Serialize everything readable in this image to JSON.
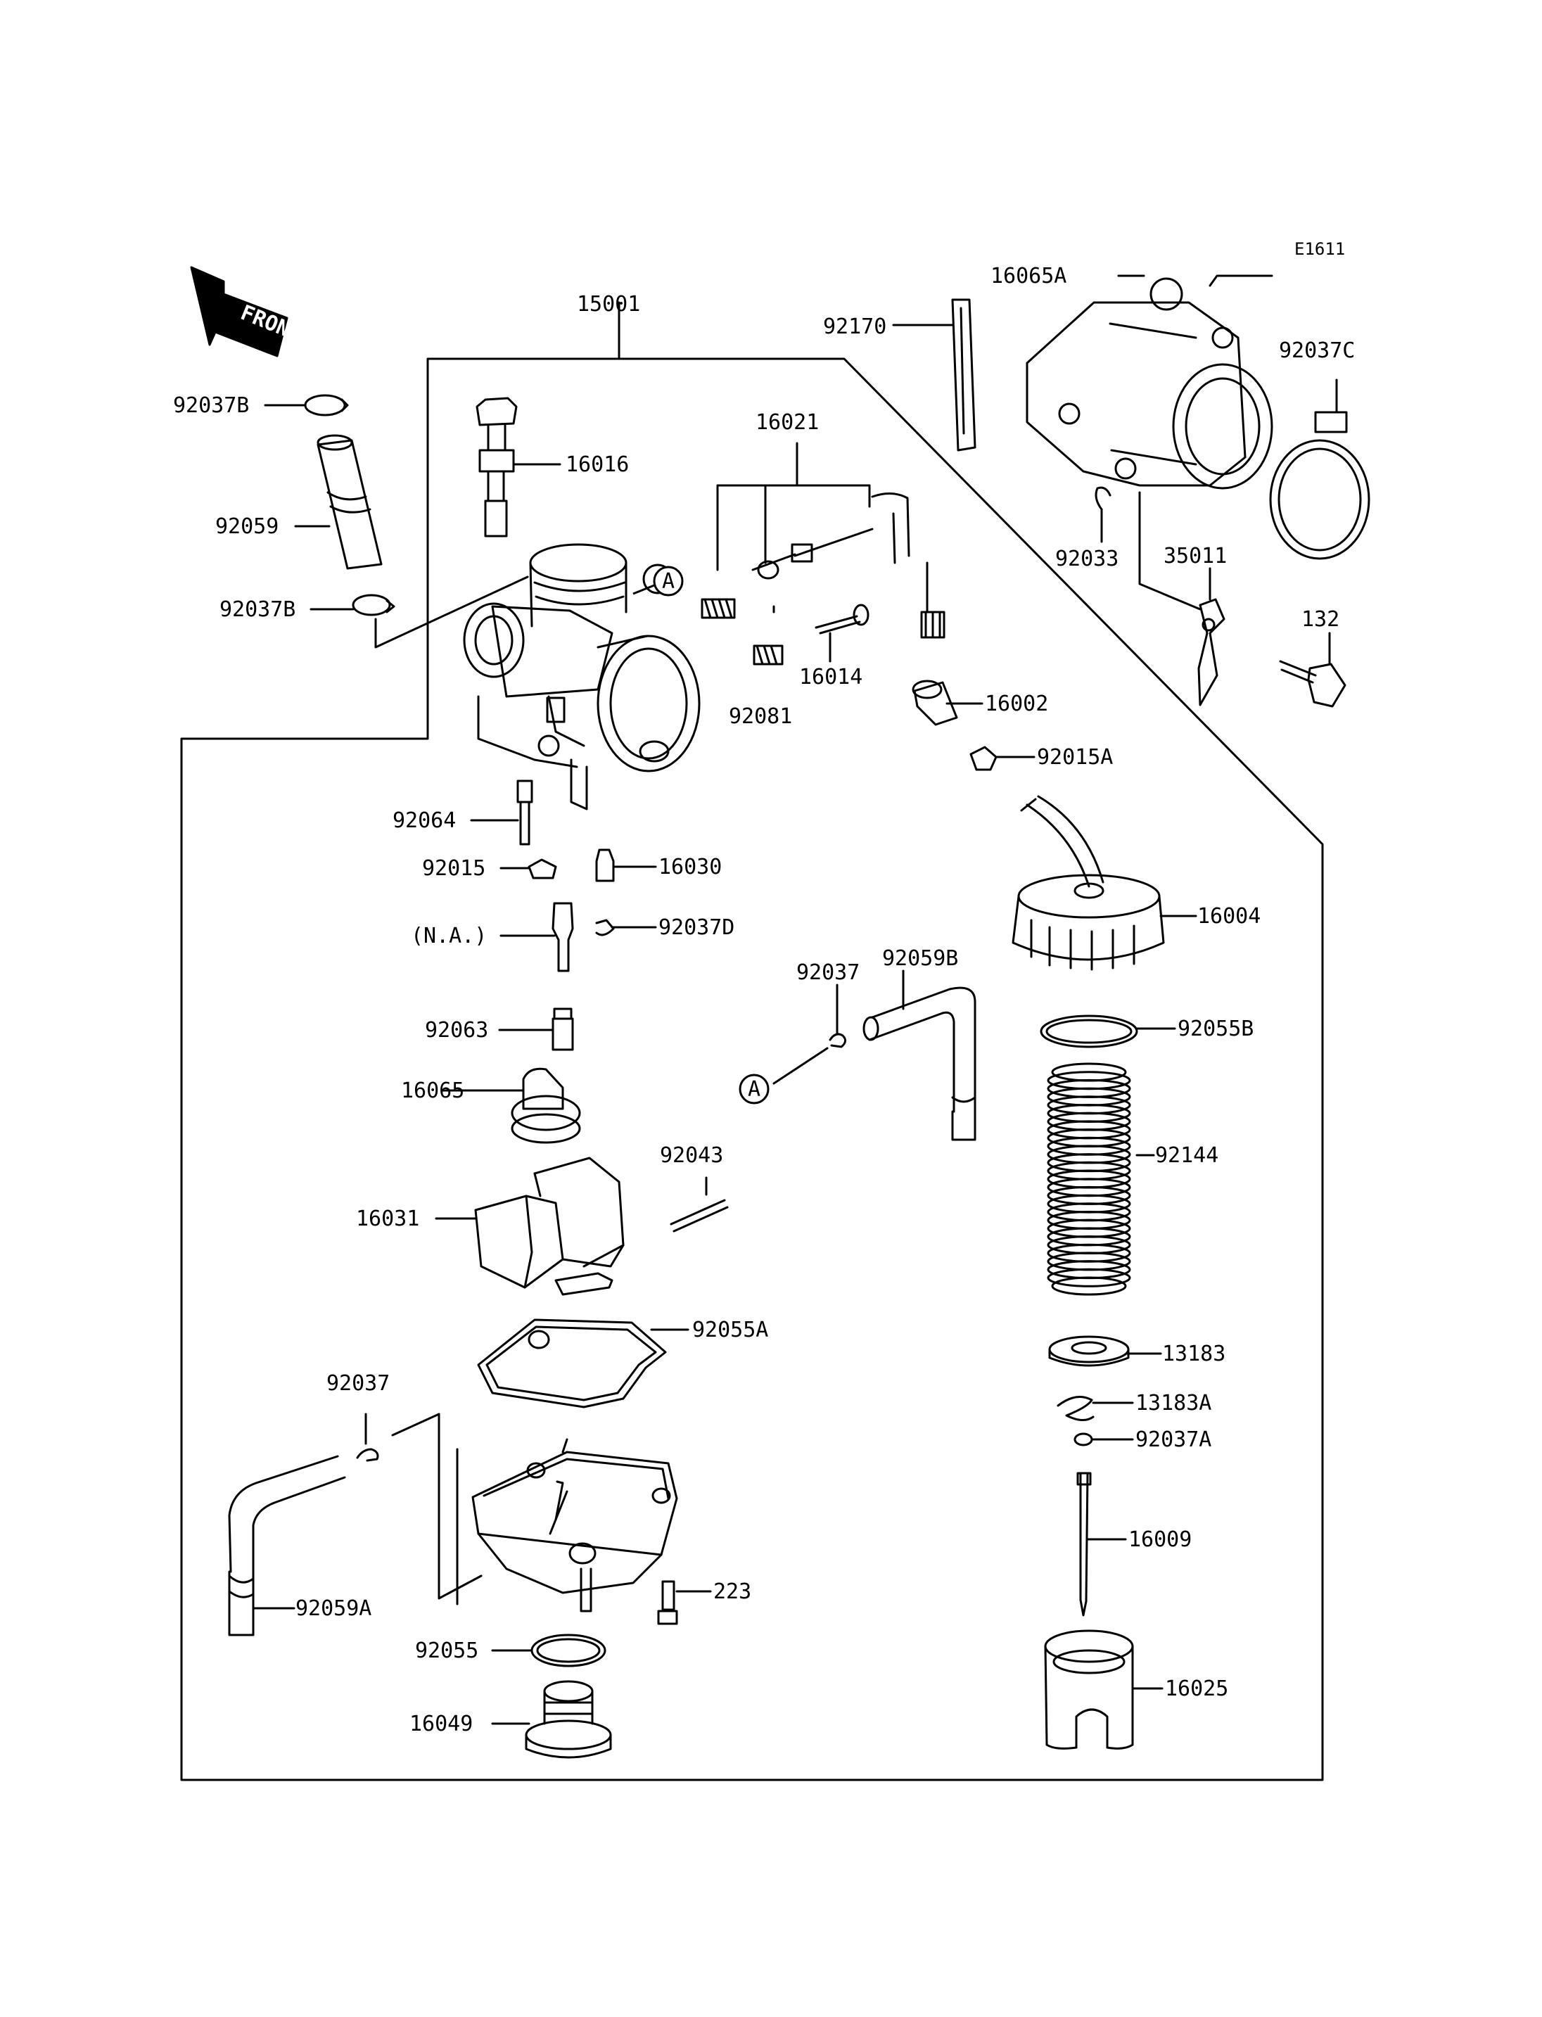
{
  "diagram_code": "E1611",
  "front_label": "FRONT",
  "callout_circle": "A",
  "part_labels": {
    "p15001": "15001",
    "p16065A": "16065A",
    "p92170": "92170",
    "p92037C": "92037C",
    "p92037B_top": "92037B",
    "p92059": "92059",
    "p92037B_bottom": "92037B",
    "p16016": "16016",
    "p16021": "16021",
    "p16014": "16014",
    "p92081": "92081",
    "p92033": "92033",
    "p35011": "35011",
    "p132": "132",
    "p16002": "16002",
    "p92015A": "92015A",
    "p92064": "92064",
    "p92015": "92015",
    "p16030": "16030",
    "pNA": "(N.A.)",
    "p92037D": "92037D",
    "p16004": "16004",
    "p92059B": "92059B",
    "p92037_mid": "92037",
    "p92063": "92063",
    "p92055B": "92055B",
    "p16065": "16065",
    "p92043": "92043",
    "p92144": "92144",
    "p16031": "16031",
    "p92055A": "92055A",
    "p13183": "13183",
    "p13183A": "13183A",
    "p92037_low": "92037",
    "p92037A": "92037A",
    "p16009": "16009",
    "p223": "223",
    "p92059A": "92059A",
    "p92055": "92055",
    "p16025": "16025",
    "p16049": "16049"
  }
}
